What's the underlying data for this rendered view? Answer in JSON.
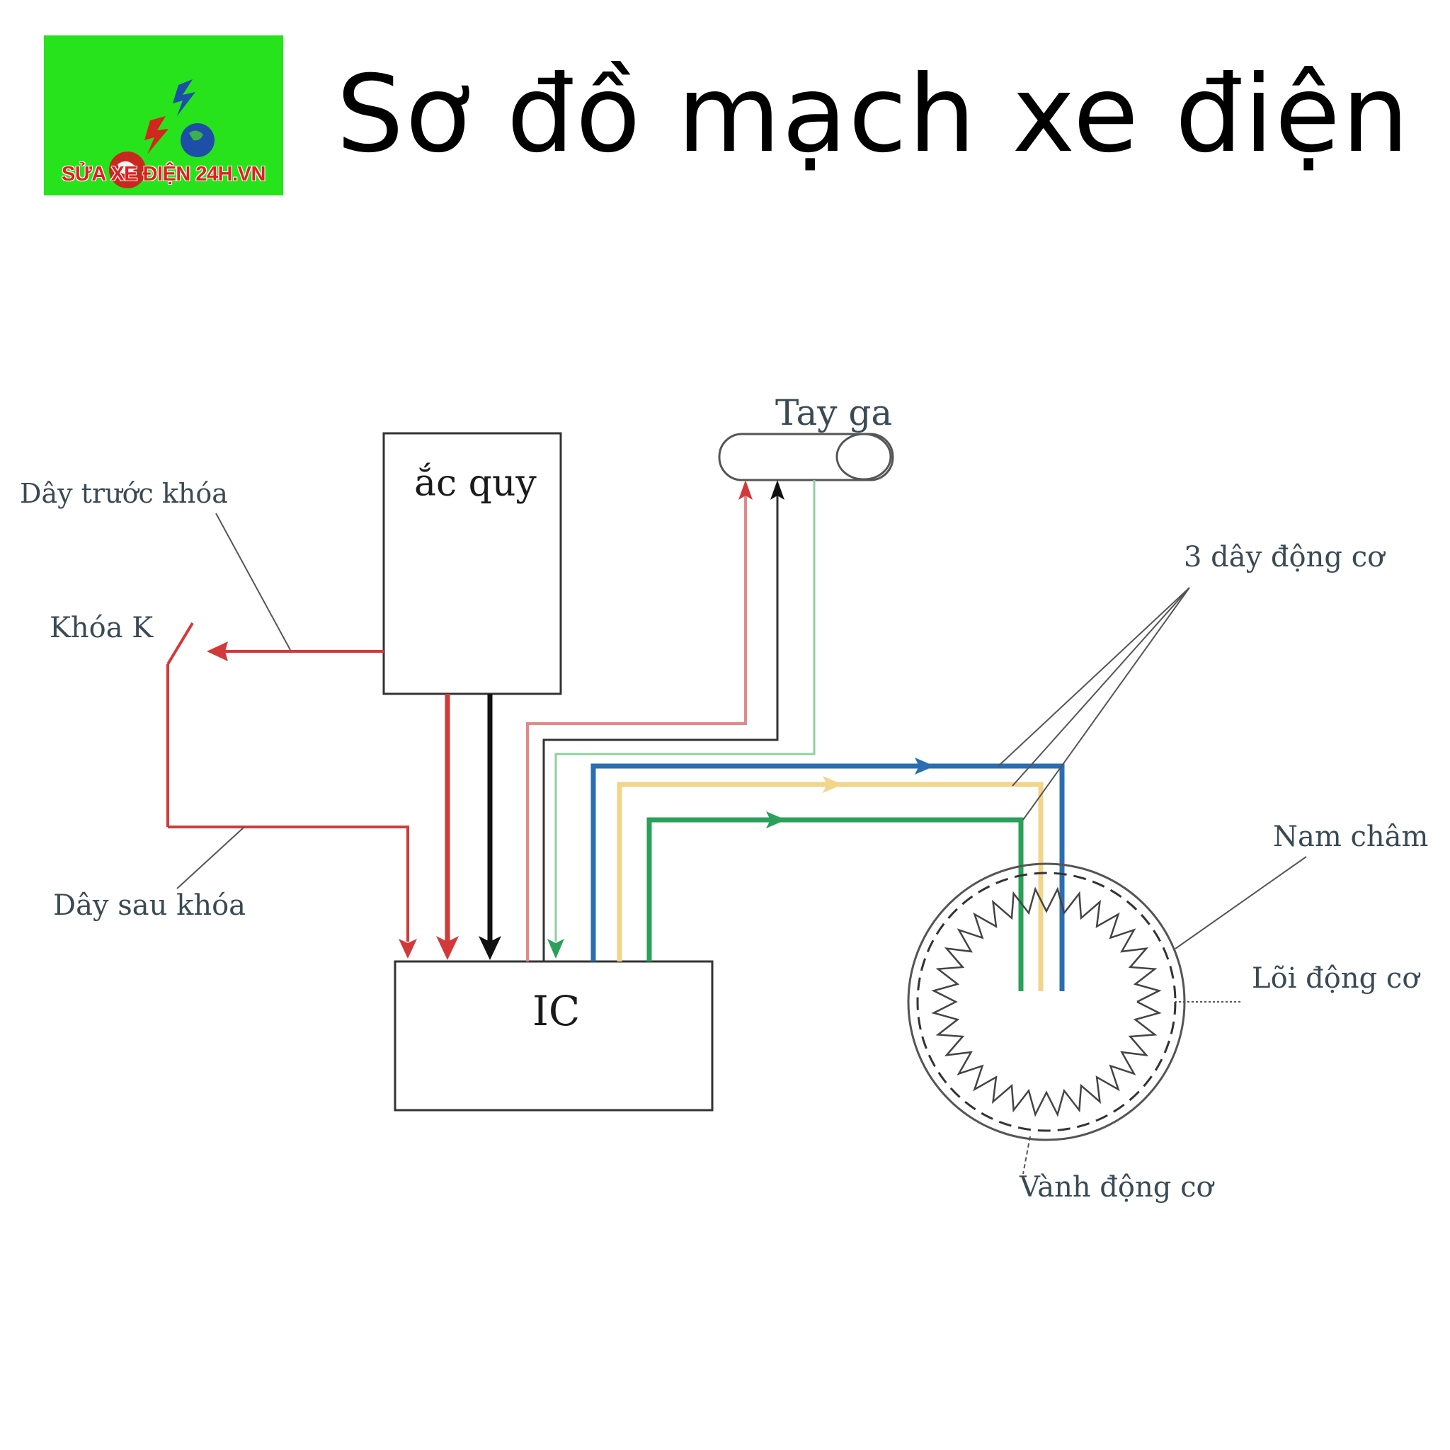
{
  "header": {
    "title": "Sơ đồ mạch xe điện",
    "logo_text": "SỬA XE ĐIỆN 24H.VN"
  },
  "diagram": {
    "battery_label": "ắc quy",
    "ic_label": "IC",
    "throttle_label": "Tay ga",
    "pre_key_wire_label": "Dây trước khóa",
    "key_switch_label": "Khóa K",
    "post_key_wire_label": "Dây sau khóa",
    "motor_wires_label": "3 dây động cơ",
    "magnet_label": "Nam châm",
    "motor_core_label": "Lõi động cơ",
    "motor_rim_label": "Vành động cơ"
  },
  "colors": {
    "red_wire": "#d23a3a",
    "black_wire": "#111111",
    "green_wire": "#2aa05a",
    "blue_wire": "#2a6db0",
    "yellow_wire": "#f0d58a",
    "thin_red": "#e08a8a",
    "thin_green": "#8fcf9f",
    "logo_bg": "#27e31b"
  }
}
